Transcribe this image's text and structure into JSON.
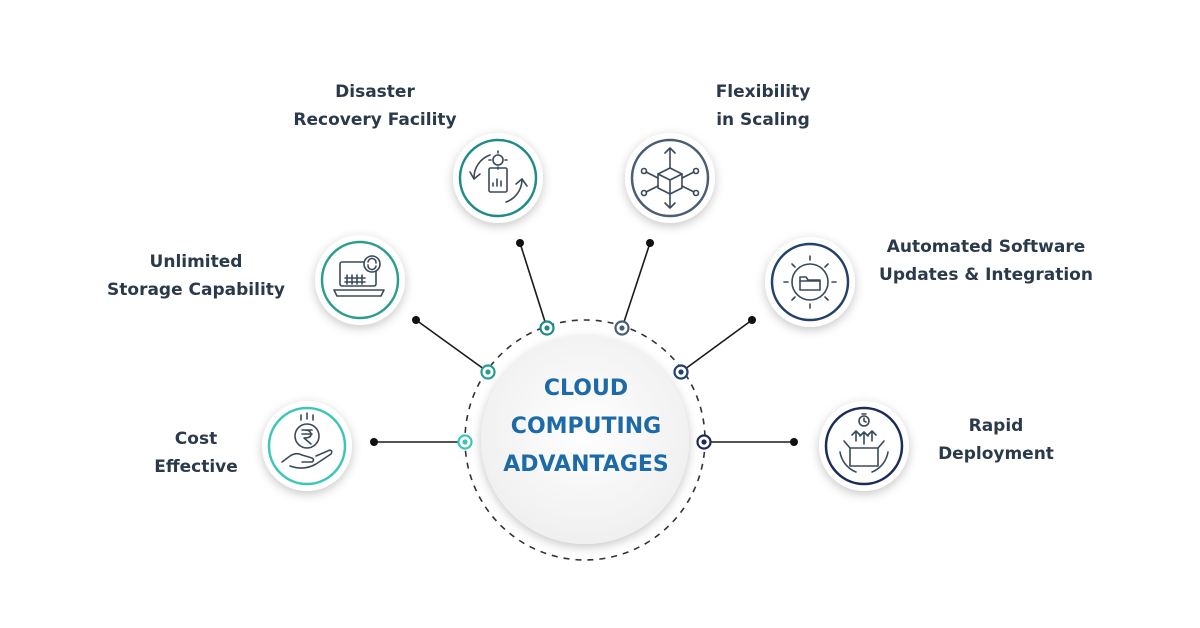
{
  "center": {
    "line1": "CLOUD",
    "line2": "COMPUTING",
    "line3": "ADVANTAGES",
    "color": "#1c6aa8"
  },
  "advantages": [
    {
      "line1": "Cost",
      "line2": "Effective",
      "icon": "rupee-coin-hand-icon",
      "color": "#3cc6b8"
    },
    {
      "line1": "Unlimited",
      "line2": "Storage Capability",
      "icon": "laptop-sync-icon",
      "color": "#2a9d8f"
    },
    {
      "line1": "Disaster",
      "line2": "Recovery Facility",
      "icon": "recovery-document-gear-icon",
      "color": "#1f8a8a"
    },
    {
      "line1": "Flexibility",
      "line2": "in Scaling",
      "icon": "scaling-cube-icon",
      "color": "#4a5d73"
    },
    {
      "line1": "Automated Software",
      "line2": "Updates & Integration",
      "icon": "folder-update-icon",
      "color": "#22406b"
    },
    {
      "line1": "Rapid",
      "line2": "Deployment",
      "icon": "box-deployment-icon",
      "color": "#1c2a5c"
    }
  ]
}
